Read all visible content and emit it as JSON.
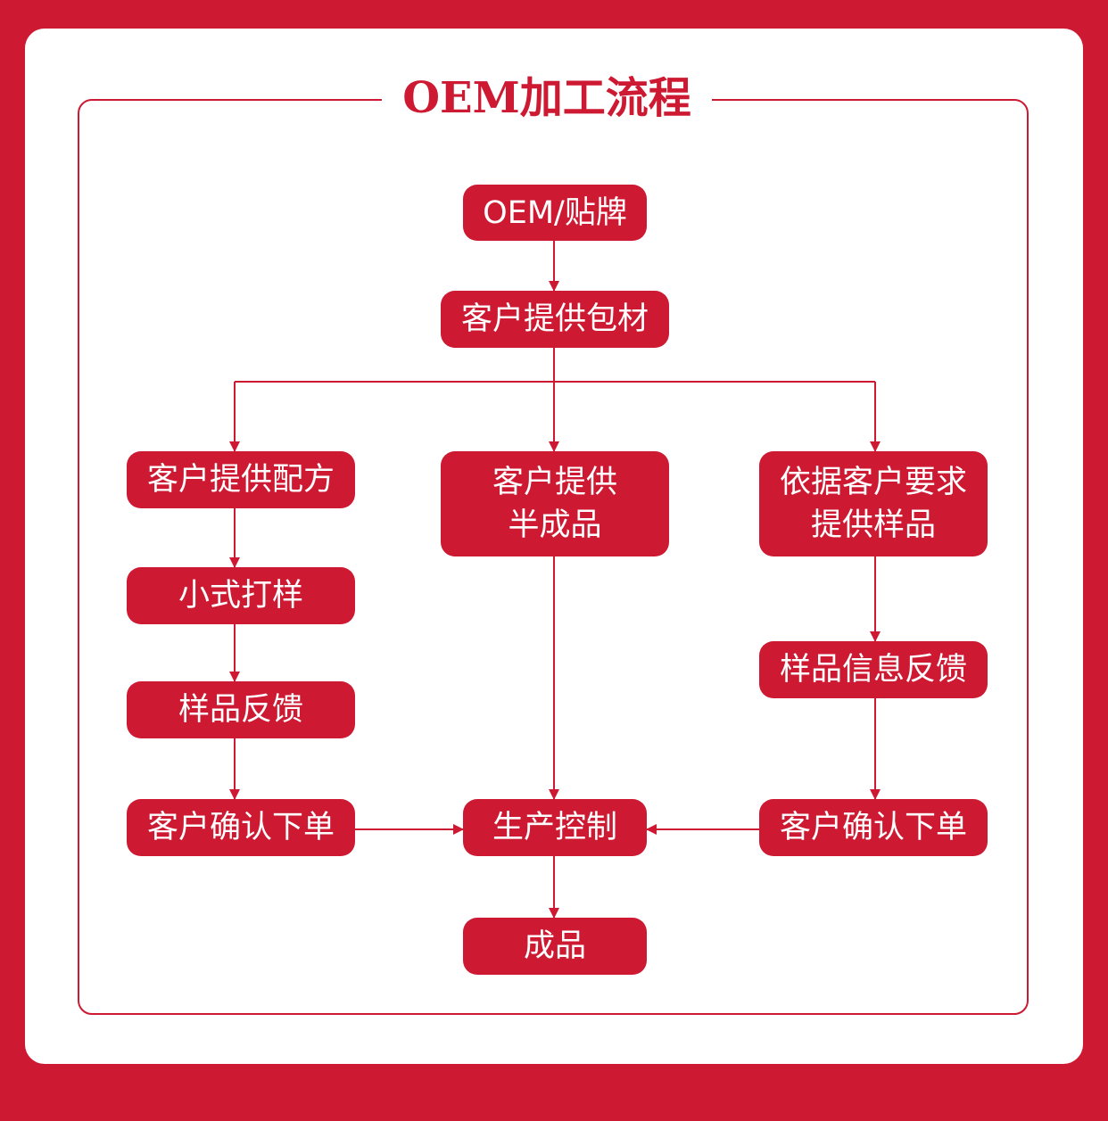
{
  "title": "OEM加工流程",
  "accent_color": "#cd1a32",
  "nodes": {
    "oem": "OEM/贴牌",
    "packaging": "客户提供包材",
    "formula": "客户提供配方",
    "semi": {
      "line1": "客户提供",
      "line2": "半成品"
    },
    "sample_req": {
      "line1": "依据客户要求",
      "line2": "提供样品"
    },
    "trial": "小式打样",
    "feedback_left": "样品反馈",
    "feedback_right": "样品信息反馈",
    "confirm_left": "客户确认下单",
    "production": "生产控制",
    "confirm_right": "客户确认下单",
    "finished": "成品"
  }
}
